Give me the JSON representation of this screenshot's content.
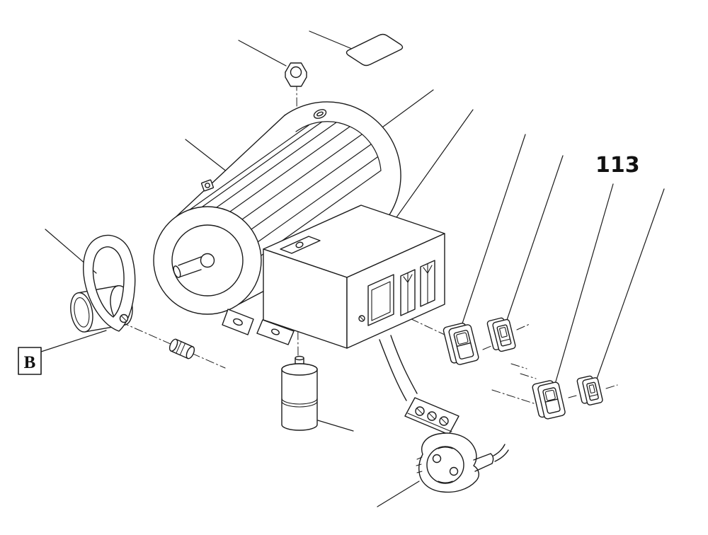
{
  "diagram": {
    "type": "exploded-parts-drawing",
    "subject": "electric motor with terminal box, switches, capacitor and power plug",
    "colors": {
      "line": "#1c1c1c",
      "background": "#ffffff"
    }
  },
  "labels": {
    "callout_113": "113",
    "section_b": "B"
  }
}
